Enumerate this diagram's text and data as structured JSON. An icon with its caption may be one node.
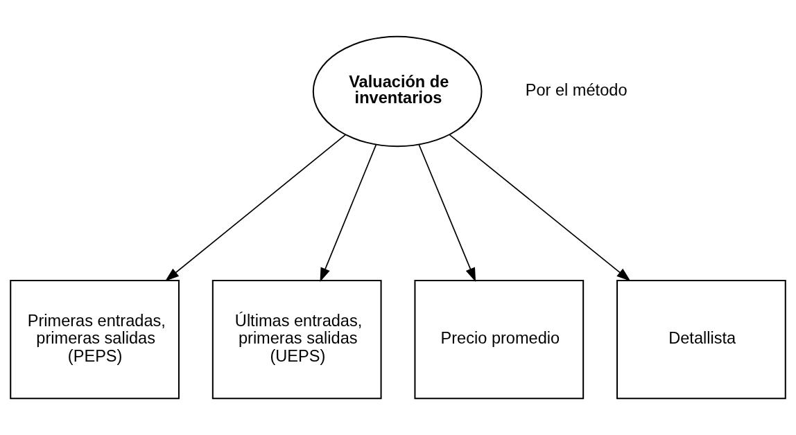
{
  "diagram": {
    "nodes": [
      {
        "text": [
          "Valuación de inventarios"
        ]
      },
      {
        "text": [
          "Primeras entradas, primeras salidas (PEPS)"
        ]
      },
      {
        "text": [
          "Últimas entradas, primeras salidas (UEPS)"
        ]
      },
      {
        "text": [
          "Precio promedio"
        ]
      },
      {
        "text": [
          "Detallista"
        ]
      }
    ],
    "edges": [
      {
        "from": 0,
        "to": 1,
        "arrow": "to"
      },
      {
        "from": 0,
        "to": 2,
        "arrow": "to"
      },
      {
        "from": 0,
        "to": 3,
        "arrow": "to"
      },
      {
        "from": 0,
        "to": 4,
        "arrow": "to"
      }
    ],
    "labels": [
      "Por el método"
    ]
  }
}
